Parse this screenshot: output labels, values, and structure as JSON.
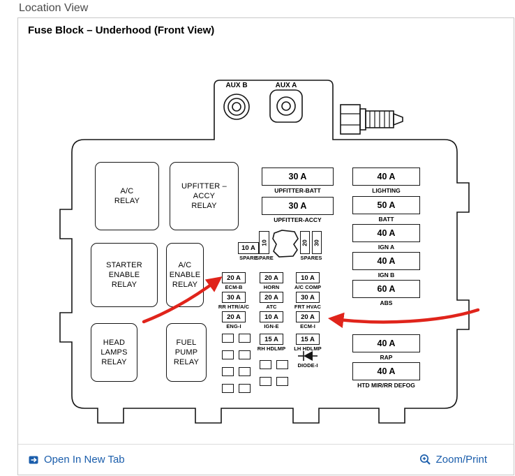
{
  "colors": {
    "link": "#1a5dab",
    "annotation": "#e0241b"
  },
  "header": {
    "title": "Location View"
  },
  "panel": {
    "title": "Fuse Block – Underhood (Front View)"
  },
  "diagram": {
    "aux_labels": [
      {
        "label": "AUX B"
      },
      {
        "label": "AUX A"
      }
    ],
    "relays": [
      {
        "label": "A/C\nRELAY"
      },
      {
        "label": "UPFITTER –\nACCY\nRELAY"
      },
      {
        "label": "STARTER\nENABLE\nRELAY"
      },
      {
        "label": "A/C\nENABLE\nRELAY"
      },
      {
        "label": "HEAD\nLAMPS\nRELAY"
      },
      {
        "label": "FUEL\nPUMP\nRELAY"
      }
    ],
    "upfitter_fuses": [
      {
        "amp": "30 A",
        "label": "UPFITTER-BATT"
      },
      {
        "amp": "30 A",
        "label": "UPFITTER-ACCY"
      }
    ],
    "spares": {
      "spare_h": {
        "amp": "10 A",
        "label": "SPARE"
      },
      "spare_v": {
        "amp": "10",
        "label": "SPARE"
      },
      "spares_v": [
        {
          "amp": "20"
        },
        {
          "amp": "30"
        }
      ],
      "spares_label": "SPARES"
    },
    "fuse_grid": [
      {
        "amp": "20 A",
        "label": "ECM-B"
      },
      {
        "amp": "20 A",
        "label": "HORN"
      },
      {
        "amp": "10 A",
        "label": "A/C COMP"
      },
      {
        "amp": "30 A",
        "label": "RR HTR/A/C"
      },
      {
        "amp": "20 A",
        "label": "ATC"
      },
      {
        "amp": "30 A",
        "label": "FRT HVAC"
      },
      {
        "amp": "20 A",
        "label": "ENG-I"
      },
      {
        "amp": "10 A",
        "label": "IGN-E"
      },
      {
        "amp": "20 A",
        "label": "ECM-I"
      }
    ],
    "headlamp_fuses": [
      {
        "amp": "15 A",
        "label": "RH HDLMP"
      },
      {
        "amp": "15 A",
        "label": "LH HDLMP"
      }
    ],
    "diode_label": "DIODE-I",
    "right_fuses": [
      {
        "amp": "40 A",
        "label": "LIGHTING"
      },
      {
        "amp": "50 A",
        "label": "BATT"
      },
      {
        "amp": "40 A",
        "label": "IGN A"
      },
      {
        "amp": "40 A",
        "label": "IGN B"
      },
      {
        "amp": "60 A",
        "label": "ABS"
      },
      {
        "amp": "40 A",
        "label": "RAP"
      },
      {
        "amp": "40 A",
        "label": "HTD MIR/RR DEFOG"
      }
    ]
  },
  "footer": {
    "open_link": "Open In New Tab",
    "zoom_link": "Zoom/Print"
  }
}
